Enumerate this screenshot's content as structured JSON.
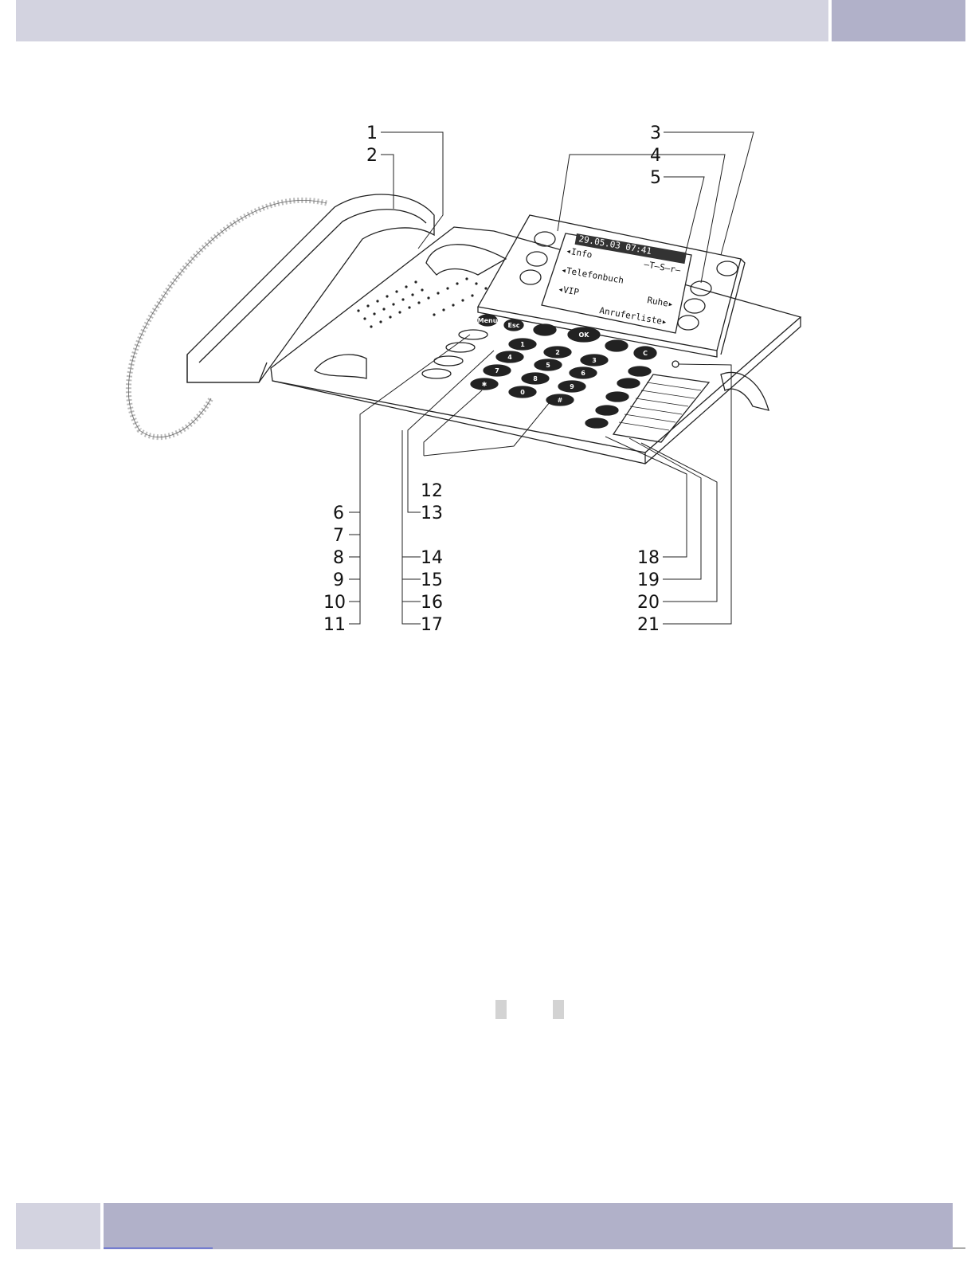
{
  "figure": {
    "callouts": [
      "1",
      "2",
      "3",
      "4",
      "5",
      "6",
      "7",
      "8",
      "9",
      "10",
      "11",
      "12",
      "13",
      "14",
      "15",
      "16",
      "17",
      "18",
      "19",
      "20",
      "21"
    ],
    "display": {
      "datetime": "29.05.03 07:41",
      "info": "◂Info",
      "tsr": "–T–S–r–",
      "telefonbuch": "◂Telefonbuch",
      "vip": "◂VIP",
      "ruhe": "Ruhe▸",
      "anruferliste": "Anruferliste▸"
    },
    "keys": {
      "menu": "Menu",
      "esc": "Esc",
      "ok": "OK",
      "c": "C",
      "k1": "1",
      "k2": "2",
      "k3": "3",
      "k4": "4",
      "k5": "5",
      "k6": "6",
      "k7": "7",
      "k8": "8",
      "k9": "9",
      "star": "✱",
      "k0": "0",
      "hash": "#"
    }
  }
}
